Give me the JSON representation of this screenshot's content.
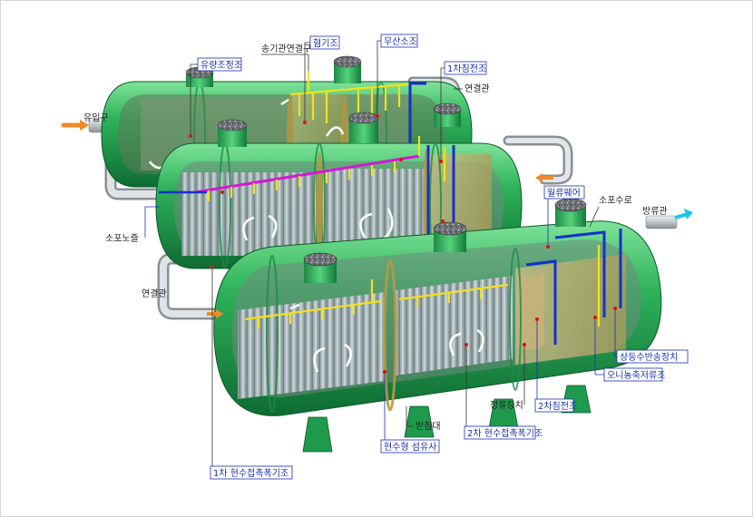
{
  "labels": {
    "inlet": "유입구",
    "flow_equalization": "유량조정조",
    "blower_connection": "송기관연결구",
    "anoxic_tank": "혐기조",
    "aerobic_tank": "무산소조",
    "primary_settling": "1차침전조",
    "connecting_pipe_top": "연결관",
    "siphon_nozzle": "소포노즐",
    "connecting_pipe_left": "연결관",
    "overflow_weir": "월류웨어",
    "siphon_line": "소포수로",
    "discharge_pipe": "방류관",
    "sludge_return": "상등수반송장치",
    "sludge_storage": "오니농축저류조",
    "flow_straightener": "정류장치",
    "secondary_settling": "2차침전조",
    "media_support": "받침대",
    "fiber_media": "현수형 섬유사",
    "secondary_contact": "2차 현수접촉폭기조",
    "primary_contact": "1차 현수접촉폭기조"
  },
  "colors": {
    "tank_green": "#2fb35a",
    "tank_dark": "#0e6b33",
    "pipe_gray": "#bfc4c8",
    "air_yellow": "#f2e21a",
    "blue_pipe": "#1730c8",
    "magenta_pipe": "#d21ad2",
    "arrow_orange": "#f08a2a",
    "arrow_cyan": "#18c8e8",
    "label_blue": "#1a2fb4"
  }
}
